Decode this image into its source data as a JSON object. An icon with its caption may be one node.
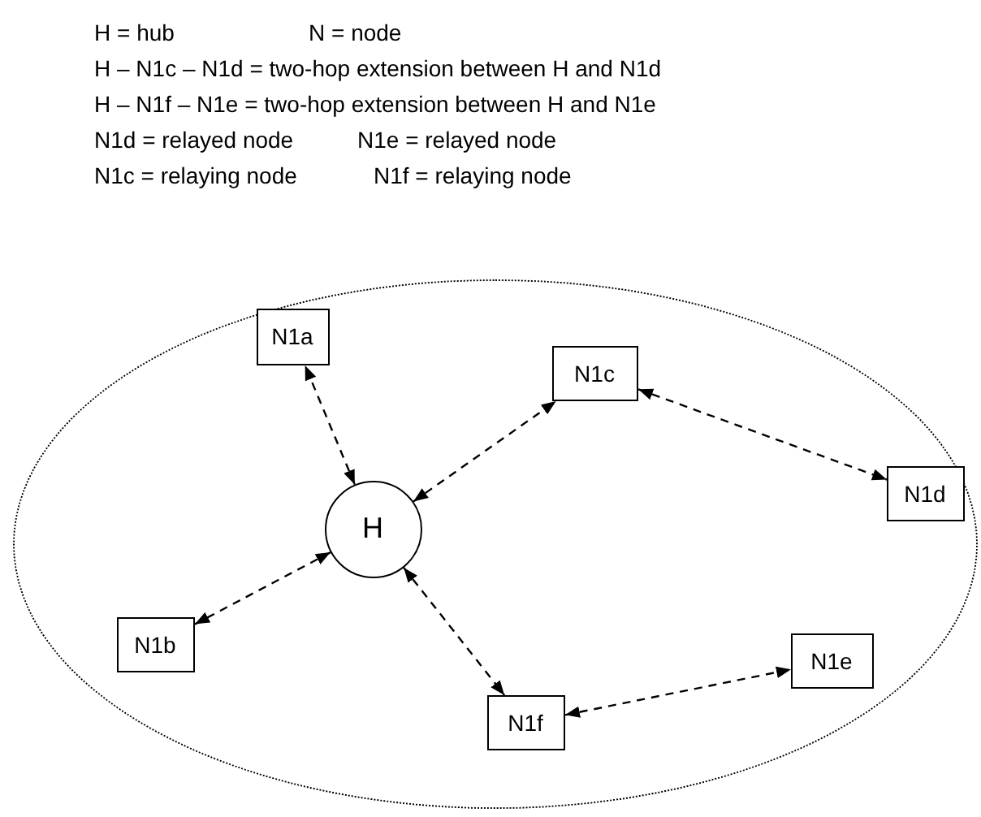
{
  "diagram": {
    "nodes": [
      {
        "text": [],
        "shape": "ellipse"
      },
      {
        "text": [
          "N1a"
        ],
        "in": 0
      },
      {
        "text": [
          "N1c"
        ],
        "in": 0
      },
      {
        "text": [
          "N1d"
        ],
        "in": 0
      },
      {
        "text": [
          "H"
        ],
        "in": 0
      },
      {
        "text": [
          "N1b"
        ],
        "in": 0
      },
      {
        "text": [
          "N1e"
        ],
        "in": 0
      },
      {
        "text": [
          "N1f"
        ],
        "in": 0
      }
    ],
    "edges": [
      {
        "from": 4,
        "to": 1,
        "arrow": "both",
        "style": "dashed"
      },
      {
        "from": 4,
        "to": 2,
        "arrow": "both",
        "style": "dashed"
      },
      {
        "from": 2,
        "to": 3,
        "arrow": "both",
        "style": "dashed"
      },
      {
        "from": 4,
        "to": 5,
        "arrow": "both",
        "style": "dashed"
      },
      {
        "from": 4,
        "to": 7,
        "arrow": "both",
        "style": "dashed"
      },
      {
        "from": 7,
        "to": 6,
        "arrow": "both",
        "style": "dashed"
      }
    ],
    "labels": [
      "H = hub",
      "N = node",
      "H – N1c – N1d = two-hop extension between H and N1d",
      "H – N1f – N1e = two-hop extension between H and N1e",
      "N1d = relayed node",
      "N1e = relayed node",
      "N1c = relaying node",
      "N1f = relaying node"
    ]
  }
}
